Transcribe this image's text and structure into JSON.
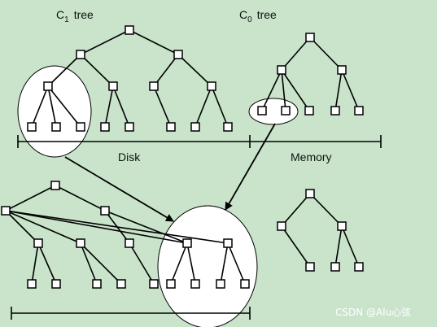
{
  "colors": {
    "background": "#c9e4ca",
    "line": "#000000",
    "node_fill": "#ffffff",
    "ellipse_fill": "#ffffff"
  },
  "labels": {
    "c1_tree": "C",
    "c1_sub": "1",
    "c1_tree_word": "tree",
    "c0_tree": "C",
    "c0_sub": "0",
    "c0_tree_word": "tree",
    "disk": "Disk",
    "memory": "Memory"
  },
  "watermark": "CSDN @Alu心弦"
}
